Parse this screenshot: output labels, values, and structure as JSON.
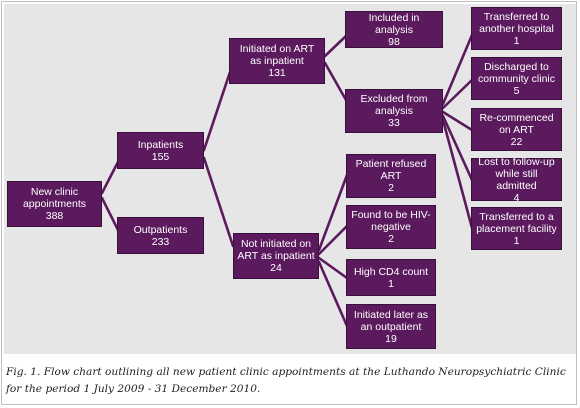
{
  "nodes": {
    "new_clinic": {
      "label": "New clinic appointments",
      "value": "388"
    },
    "inpatients": {
      "label": "Inpatients",
      "value": "155"
    },
    "outpatients": {
      "label": "Outpatients",
      "value": "233"
    },
    "initiated_inpatient": {
      "label": "Initiated on ART as inpatient",
      "value": "131"
    },
    "not_initiated_inpatient": {
      "label": "Not initiated on ART as inpatient",
      "value": "24"
    },
    "included_analysis": {
      "label": "Included in analysis",
      "value": "98"
    },
    "excluded_analysis": {
      "label": "Excluded from analysis",
      "value": "33"
    },
    "transferred_hospital": {
      "label": "Transferred to another hospital",
      "value": "1"
    },
    "discharged_clinic": {
      "label": "Discharged to community clinic",
      "value": "5"
    },
    "recommenced_art": {
      "label": "Re-commenced on ART",
      "value": "22"
    },
    "lost_followup": {
      "label": "Lost to follow-up while still admitted",
      "value": "4"
    },
    "transferred_placement": {
      "label": "Transferred to a placement facility",
      "value": "1"
    },
    "refused_art": {
      "label": "Patient refused ART",
      "value": "2"
    },
    "hiv_negative": {
      "label": "Found to be HIV-negative",
      "value": "2"
    },
    "high_cd4": {
      "label": "High CD4 count",
      "value": "1"
    },
    "initiated_outpatient": {
      "label": "Initiated later as an outpatient",
      "value": "19"
    }
  },
  "caption": "Fig. 1. Flow chart outlining all new patient clinic appointments at the Luthando Neuropsychiatric Clinic for the period 1 July 2009 - 31 December 2010.",
  "colors": {
    "node_fill": "#5b1a5d",
    "panel": "#e6e6e6",
    "connector": "#5b1a5d"
  }
}
